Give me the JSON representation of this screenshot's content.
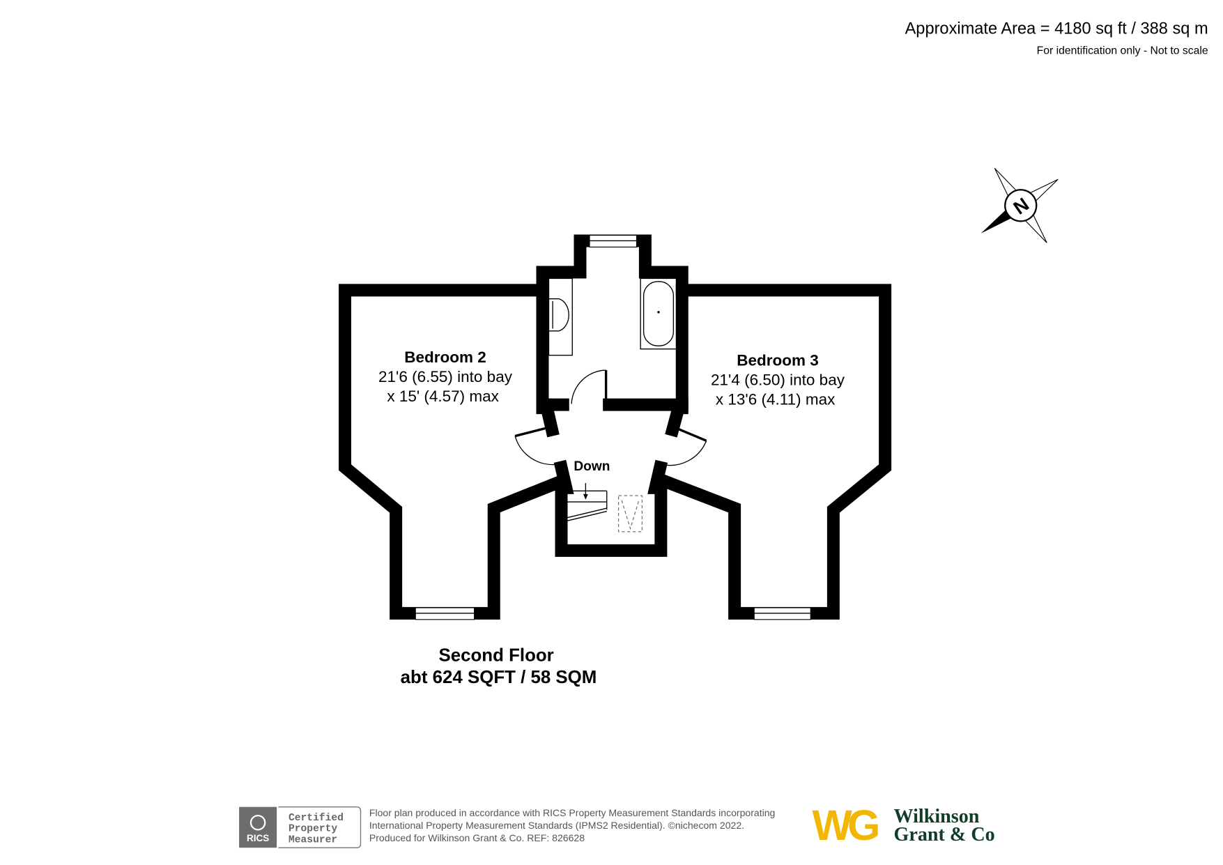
{
  "header": {
    "area": "Approximate Area = 4180 sq ft / 388 sq m",
    "disclaimer": "For identification only - Not to scale"
  },
  "compass": {
    "label": "N"
  },
  "rooms": [
    {
      "name": "Bedroom 2",
      "dim1": "21'6 (6.55) into bay",
      "dim2": "x 15' (4.57) max"
    },
    {
      "name": "Bedroom 3",
      "dim1": "21'4 (6.50) into bay",
      "dim2": "x 13'6 (4.11) max"
    }
  ],
  "stairs_label": "Down",
  "floor": {
    "name": "Second Floor",
    "area": "abt 624 SQFT / 58 SQM"
  },
  "footer": {
    "rics_logo": "RICS",
    "badge": [
      "Certified",
      "Property",
      "Measurer"
    ],
    "lines": [
      "Floor plan produced in accordance with RICS Property Measurement Standards incorporating",
      "International Property Measurement Standards (IPMS2 Residential).   ©nichecom 2022.",
      "Produced for Wilkinson Grant & Co.   REF: 826628"
    ],
    "brand_mark": "WG",
    "brand_line1": "Wilkinson",
    "brand_line2": "Grant & Co",
    "brand_colors": {
      "gold": "#f2b705",
      "green": "#0f3d26"
    }
  }
}
